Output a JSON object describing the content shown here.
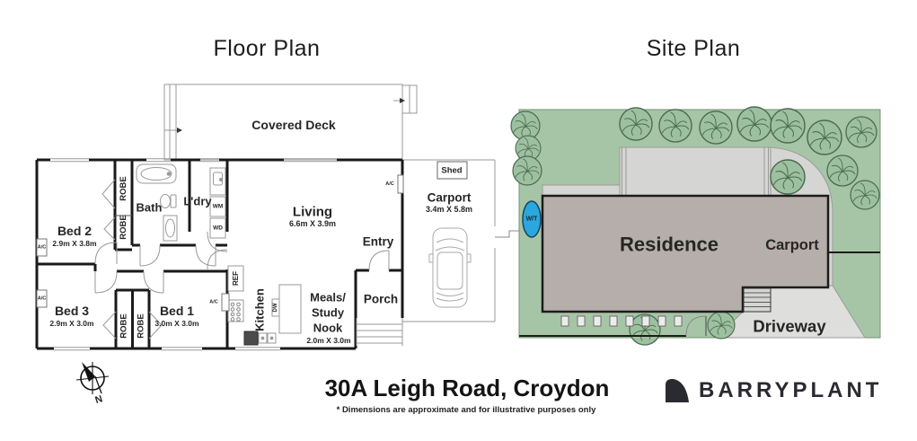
{
  "header": {
    "floor_plan_title": "Floor Plan",
    "site_plan_title": "Site Plan"
  },
  "floor_plan": {
    "covered_deck": "Covered Deck",
    "bed2": "Bed 2",
    "bed2_dims": "2.9m X 3.8m",
    "bed3": "Bed 3",
    "bed3_dims": "2.9m X 3.0m",
    "bed1": "Bed 1",
    "bed1_dims": "3.0m X 3.0m",
    "bath": "Bath",
    "laundry": "L'dry",
    "living": "Living",
    "living_dims": "6.6m X 3.9m",
    "kitchen": "Kitchen",
    "meals_line1": "Meals/",
    "meals_line2": "Study",
    "meals_line3": "Nook",
    "meals_dims": "2.0m X 3.0m",
    "entry": "Entry",
    "porch": "Porch",
    "carport": "Carport",
    "carport_dims": "3.4m X 5.8m",
    "shed": "Shed",
    "robe": "ROBE",
    "ref": "REF",
    "dw": "DW",
    "wm": "WM",
    "wd": "WD",
    "ac": "A/C"
  },
  "site_plan": {
    "residence": "Residence",
    "carport": "Carport",
    "driveway": "Driveway",
    "water_tank": "W/T"
  },
  "footer": {
    "address": "30A Leigh Road, Croydon",
    "disclaimer": "* Dimensions are approximate and for illustrative purposes only",
    "brand": "BARRYPLANT",
    "compass_north": "N"
  },
  "colors": {
    "grass": "#a6c5a7",
    "tree_line": "#4c6b50",
    "building": "#b5aeaa",
    "path_gray": "#d5d5d3",
    "water_tank_blue": "#2ba7e0",
    "wall": "#1a1a1a",
    "brand_dark": "#2a2a31"
  }
}
